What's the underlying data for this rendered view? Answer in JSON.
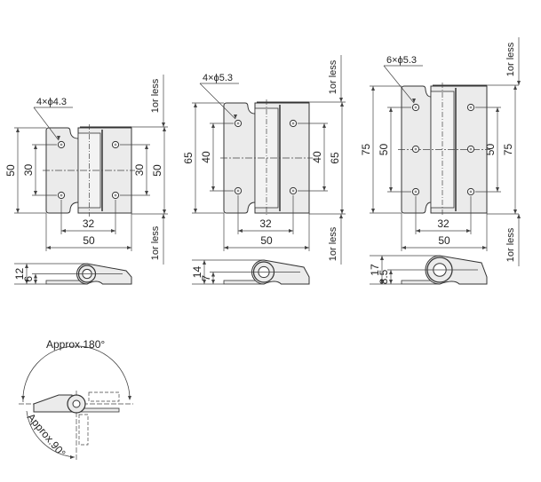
{
  "colors": {
    "line": "#333333",
    "fill": "#ebebeb",
    "thin": "#444444"
  },
  "views": [
    {
      "id": "small",
      "hole_label": "4×ϕ4.3",
      "height_outer": "50",
      "height_inner": "30",
      "pitch_width": "32",
      "overall_width": "50",
      "clearance_top": "1or less",
      "clearance_bottom": "1or less",
      "side_height": "12",
      "side_center": "6"
    },
    {
      "id": "medium",
      "hole_label": "4×ϕ5.3",
      "height_outer": "65",
      "height_inner": "40",
      "pitch_width": "32",
      "overall_width": "50",
      "clearance_top": "1or less",
      "clearance_bottom": "1or less",
      "side_height": "14",
      "side_center": "7"
    },
    {
      "id": "large",
      "hole_label": "6×ϕ5.3",
      "height_outer": "75",
      "height_inner": "50",
      "pitch_width": "32",
      "overall_width": "50",
      "clearance_top": "1or less",
      "clearance_bottom": "1or less",
      "side_height": "17",
      "side_center": "8.5"
    }
  ],
  "rotation": {
    "open_label": "Approx.180°",
    "closed_label": "Approx.90°"
  }
}
